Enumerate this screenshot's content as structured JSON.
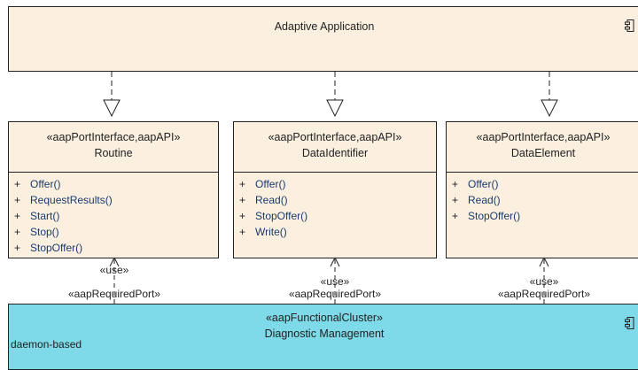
{
  "application": {
    "title": "Adaptive Application"
  },
  "interfaces": [
    {
      "stereotype": "«aapPortInterface,aapAPI»",
      "name": "Routine",
      "ops": [
        "Offer()",
        "RequestResults()",
        "Start()",
        "Stop()",
        "StopOffer()"
      ]
    },
    {
      "stereotype": "«aapPortInterface,aapAPI»",
      "name": "DataIdentifier",
      "ops": [
        "Offer()",
        "Read()",
        "StopOffer()",
        "Write()"
      ]
    },
    {
      "stereotype": "«aapPortInterface,aapAPI»",
      "name": "DataElement",
      "ops": [
        "Offer()",
        "Read()",
        "StopOffer()"
      ]
    }
  ],
  "visibility": "+",
  "relations": {
    "use": "«use»",
    "port": "«aapRequiredPort»"
  },
  "cluster": {
    "stereotype": "«aapFunctionalCluster»",
    "name": "Diagnostic Management",
    "note": "daemon-based"
  },
  "colors": {
    "interface_fill": "#fbf0df",
    "cluster_fill": "#7ed9e8",
    "line": "#222222"
  },
  "icons": {
    "component": "component-icon"
  }
}
